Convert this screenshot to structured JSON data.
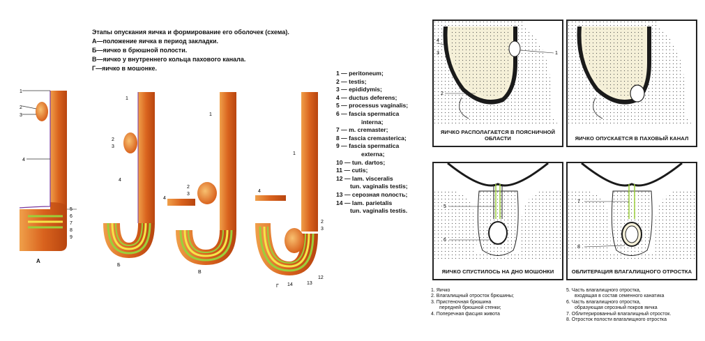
{
  "left_title": {
    "heading": "Этапы опускания яичка и формирование его оболочек (схема).",
    "lines": [
      "А—положение яичка в период закладки.",
      "Б—яичко в брюшной полости.",
      "В—яичко у внутреннего кольца пахового канала.",
      "Г—яичко в мошонке."
    ]
  },
  "stage_labels": [
    "А",
    "Б",
    "В",
    "Г"
  ],
  "legend_left": [
    "1 — peritoneum;",
    "2 — testis;",
    "3 — epididymis;",
    "4 — ductus deferens;",
    "5 — processus vaginalis;",
    "6 — fascia spermatica",
    "interna;",
    "7 — m. cremaster;",
    "8 — fascia cremasterica;",
    "9 — fascia spermatica",
    "externa;",
    "10 — tun. dartos;",
    "11 — cutis;",
    "12 — lam. visceralis",
    "tun. vaginalis testis;",
    "13 — серозная полость;",
    "14 — lam. parietalis",
    "tun. vaginalis testis."
  ],
  "panels": [
    {
      "caption": "ЯИЧКО РАСПОЛАГАЕТСЯ В ПОЯСНИЧНОЙ ОБЛАСТИ"
    },
    {
      "caption": "ЯИЧКО ОПУСКАЕТСЯ В ПАХОВЫЙ КАНАЛ"
    },
    {
      "caption": "ЯИЧКО СПУСТИЛОСЬ НА ДНО МОШОНКИ"
    },
    {
      "caption": "ОБЛИТЕРАЦИЯ ВЛАГАЛИЩНОГО ОТРОСТКА"
    }
  ],
  "legend_right_1": [
    "1. Яичко",
    "2. Влагалищный отросток брюшины;",
    "3. Пристеночная брюшина",
    "передней брюшной стенки;",
    "4. Поперечная фасция живота"
  ],
  "legend_right_2": [
    "5. Часть влагалищного отростка,",
    "входящая в состав семенного канатика",
    "6. Часть влагалищного отростка,",
    "образующая серозный покров яичка",
    "7. Облитерированный влагалищный отросток.",
    "8. Отросток полости влагалищного отростка"
  ],
  "colors": {
    "tissue_orange": "#d9631e",
    "tissue_light": "#f4b25a",
    "green_layer": "#9ccf3a",
    "yellow_layer": "#f4e54a",
    "dark_fill": "#1a1a1a"
  }
}
